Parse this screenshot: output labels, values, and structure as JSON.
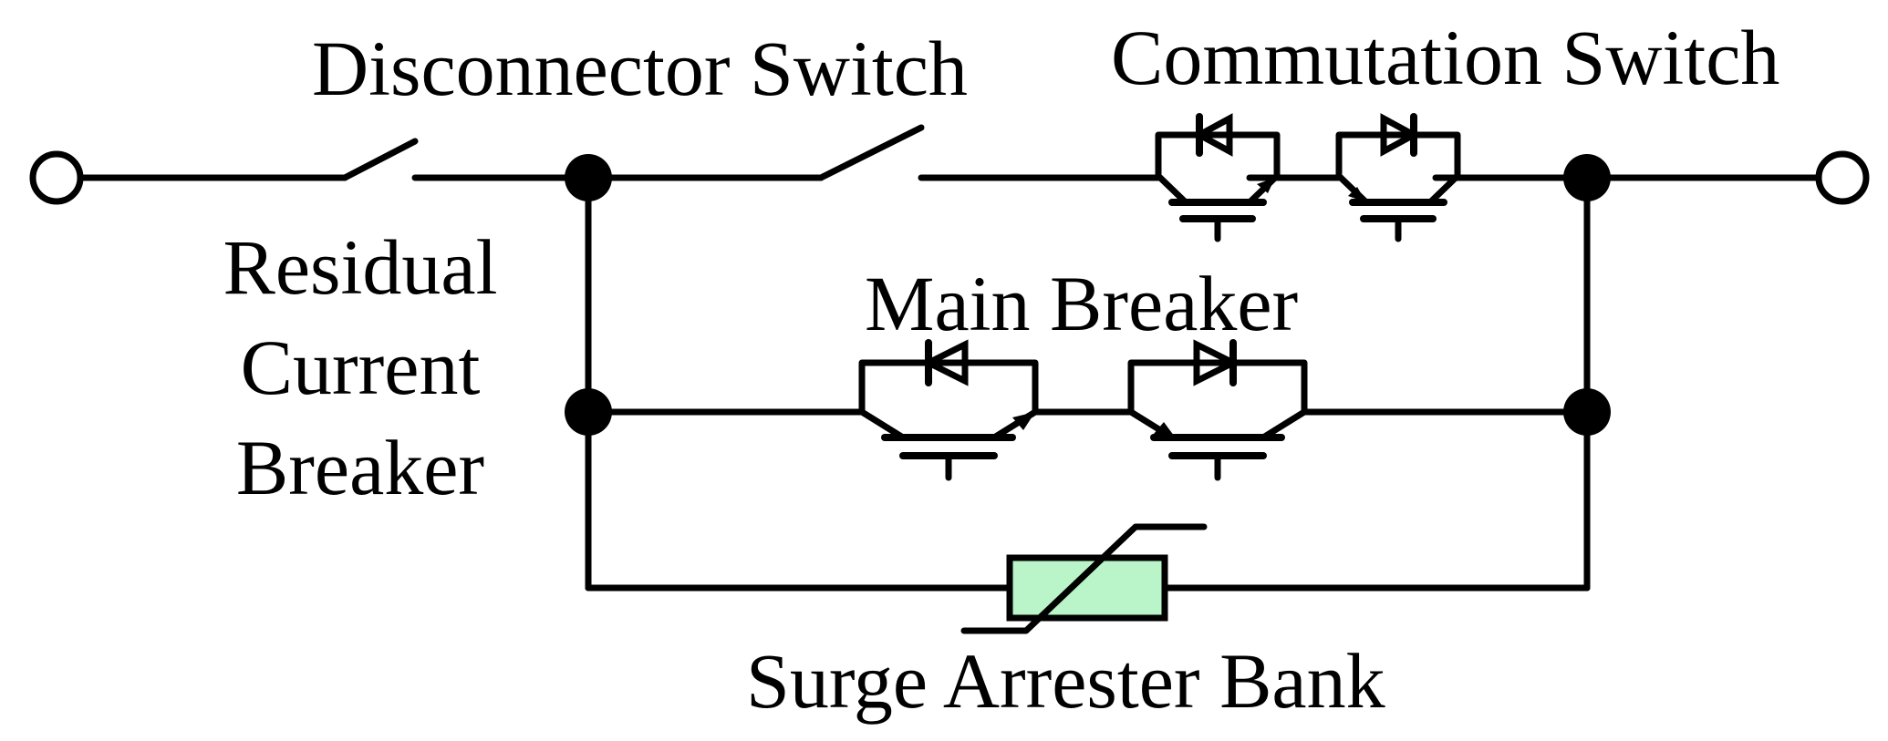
{
  "labels": {
    "disconnector": "Disconnector Switch",
    "commutation": "Commutation Switch",
    "residual_line1": "Residual",
    "residual_line2": "Current",
    "residual_line3": "Breaker",
    "main_breaker": "Main Breaker",
    "surge_arrester": "Surge Arrester Bank"
  },
  "colors": {
    "line": "#000000",
    "arrester_fill": "#b9f5c8",
    "background": "#ffffff"
  }
}
